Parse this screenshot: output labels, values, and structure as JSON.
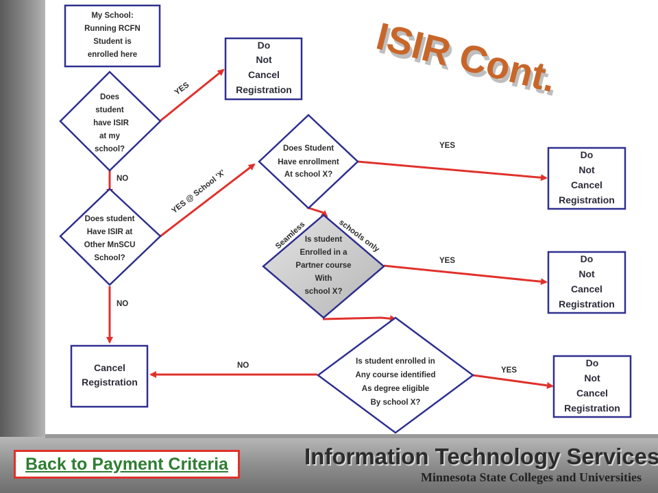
{
  "title": "ISIR Cont.",
  "nodes": {
    "start": [
      "My School:",
      "Running RCFN",
      "Student is",
      "enrolled here"
    ],
    "q1": [
      "Does",
      "student",
      "have ISIR",
      "at my",
      "school?"
    ],
    "q2": [
      "Does student",
      "Have ISIR at",
      "Other MnSCU",
      "School?"
    ],
    "q3": [
      "Does Student",
      "Have enrollment",
      "At school X?"
    ],
    "q4": [
      "Is student",
      "Enrolled in a",
      "Partner course",
      "With",
      "school X?"
    ],
    "q5": [
      "Is student enrolled in",
      "Any course identified",
      "As degree eligible",
      "By school X?"
    ],
    "cancel": [
      "Cancel",
      "Registration"
    ],
    "dnc1": [
      "Do",
      "Not",
      "Cancel",
      "Registration"
    ],
    "dnc2": [
      "Do",
      "Not",
      "Cancel",
      "Registration"
    ],
    "dnc3": [
      "Do",
      "Not",
      "Cancel",
      "Registration"
    ],
    "dnc4": [
      "Do",
      "Not",
      "Cancel",
      "Registration"
    ]
  },
  "edge_labels": {
    "q1_yes": "YES",
    "q1_no": "NO",
    "q2_yes": "YES @ School 'X'",
    "q2_no": "NO",
    "q3_yes": "YES",
    "q4_yes": "YES",
    "q5_yes": "YES",
    "q5_no": "NO",
    "seamless": "Seamless",
    "schools_only": "schools only"
  },
  "footer": {
    "org": "Information Technology Services",
    "system": "Minnesota State Colleges and Universities",
    "back_link": "Back to Payment Criteria"
  },
  "colors": {
    "arrow": "#e0312b",
    "box_border": "#2e2f8f",
    "title": "#c8662a",
    "link": "#2e7d32",
    "partner_fill": "#c9c9c9"
  }
}
